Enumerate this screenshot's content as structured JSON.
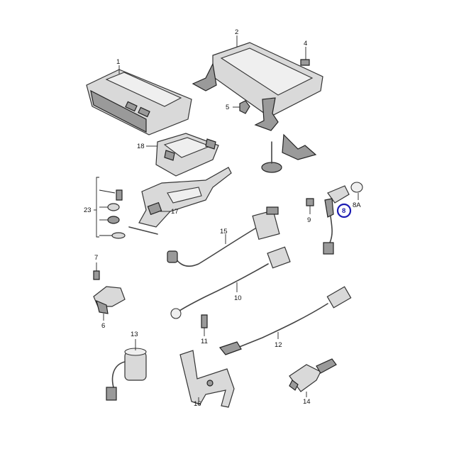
{
  "callouts": {
    "c1": "1",
    "c2": "2",
    "c4": "4",
    "c5": "5",
    "c18": "18",
    "c23": "23",
    "c17": "17",
    "c9": "9",
    "c8": "8",
    "c8A": "8A",
    "c15": "15",
    "c7": "7",
    "c10": "10",
    "c6": "6",
    "c11": "11",
    "c12": "12",
    "c13": "13",
    "c16": "16",
    "c14": "14"
  },
  "highlight": {
    "callout": "8",
    "color": "#1b1bb3"
  }
}
